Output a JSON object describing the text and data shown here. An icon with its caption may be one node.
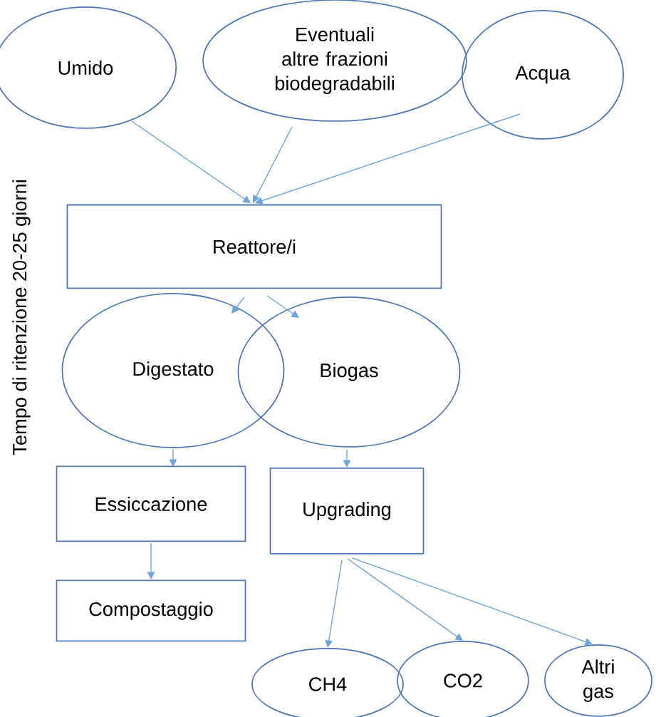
{
  "diagram": {
    "nodes": [
      {
        "text": [
          "Umido"
        ]
      },
      {
        "text": [
          "Eventuali altre frazioni biodegradabili"
        ]
      },
      {
        "text": [
          "Acqua"
        ]
      },
      {
        "text": [
          "Reattore/i"
        ]
      },
      {
        "text": [
          "Digestato"
        ]
      },
      {
        "text": [
          "Biogas"
        ]
      },
      {
        "text": [
          "Essiccazione"
        ]
      },
      {
        "text": [
          "Upgrading"
        ]
      },
      {
        "text": [
          "Compostaggio"
        ]
      },
      {
        "text": [
          "CH4"
        ]
      },
      {
        "text": [
          "CO2"
        ]
      },
      {
        "text": [
          "Altri gas"
        ]
      }
    ],
    "edges": [
      {
        "from": 0,
        "to": 3,
        "arrow": "to"
      },
      {
        "from": 1,
        "to": 3,
        "arrow": "to"
      },
      {
        "from": 2,
        "to": 3,
        "arrow": "to"
      },
      {
        "from": 3,
        "to": 4,
        "arrow": "to"
      },
      {
        "from": 3,
        "to": 5,
        "arrow": "to"
      },
      {
        "from": 4,
        "to": 6,
        "arrow": "to"
      },
      {
        "from": 6,
        "to": 8,
        "arrow": "to"
      },
      {
        "from": 5,
        "to": 7,
        "arrow": "to"
      },
      {
        "from": 7,
        "to": 9,
        "arrow": "to"
      },
      {
        "from": 7,
        "to": 10,
        "arrow": "to"
      },
      {
        "from": 7,
        "to": 11,
        "arrow": "to"
      }
    ],
    "labels": [
      "Tempo di ritenzione 20-25 giorni"
    ]
  }
}
